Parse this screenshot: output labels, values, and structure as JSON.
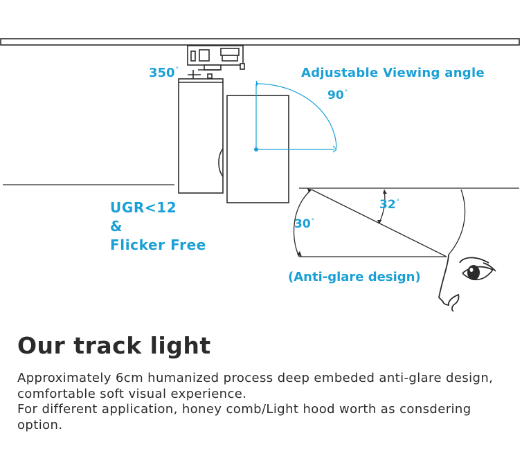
{
  "colors": {
    "accent": "#1aa0d6",
    "line": "#2b2b2b",
    "text": "#2b2b2b"
  },
  "diagram": {
    "rotation_label": "350",
    "adjustable_label": "Adjustable Viewing angle",
    "adjust_angle_label": "90",
    "ugr_line": "UGR<12",
    "amp_line": "&",
    "flicker_line": "Flicker Free",
    "glare_angle_label": "32",
    "cutoff_angle_label": "30",
    "antiglare_label": "(Anti-glare design)",
    "degree_symbol": "°"
  },
  "section": {
    "title": "Our track light",
    "description_lines": [
      "Approximately 6cm humanized process deep embeded anti-glare design,",
      "comfortable soft visual experience.",
      "For different application, honey comb/Light hood worth as consdering",
      "option."
    ]
  }
}
